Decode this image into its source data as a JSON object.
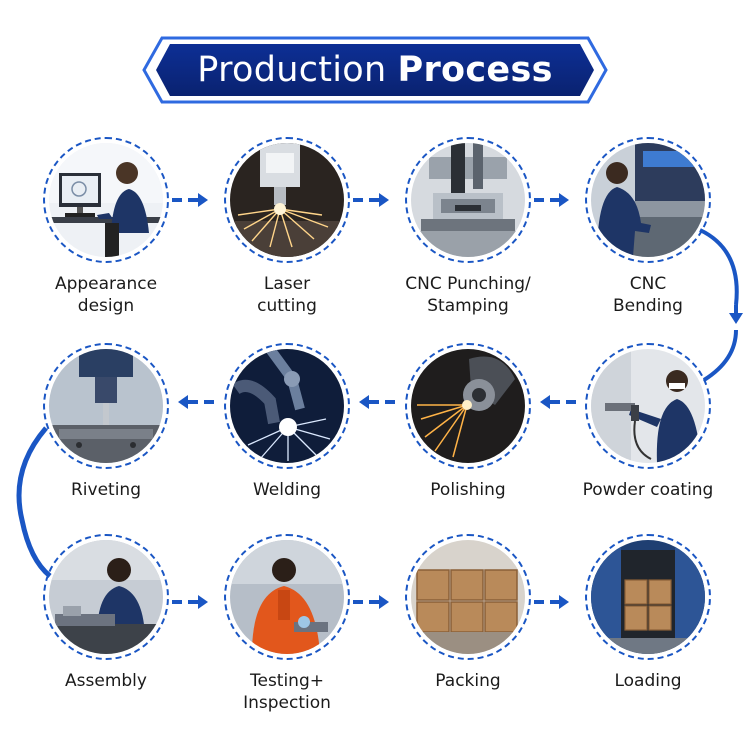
{
  "title": {
    "part1": "Production",
    "part2": "Process"
  },
  "colors": {
    "accent": "#1a56c4",
    "banner_dark": "#0a2a8c",
    "text": "#1b1b1b"
  },
  "steps": [
    {
      "label": "Appearance\ndesign",
      "icon": "designer-at-computer"
    },
    {
      "label": "Laser\ncutting",
      "icon": "laser-sparks"
    },
    {
      "label": "CNC Punching/\nStamping",
      "icon": "punch-press"
    },
    {
      "label": "CNC\nBending",
      "icon": "press-brake-operator"
    },
    {
      "label": "Powder coating",
      "icon": "spray-gun-operator"
    },
    {
      "label": "Polishing",
      "icon": "grinder-sparks"
    },
    {
      "label": "Welding",
      "icon": "welding-robot"
    },
    {
      "label": "Riveting",
      "icon": "riveting-machine"
    },
    {
      "label": "Assembly",
      "icon": "assembly-worker"
    },
    {
      "label": "Testing+\nInspection",
      "icon": "inspection-worker"
    },
    {
      "label": "Packing",
      "icon": "wooden-crates"
    },
    {
      "label": "Loading",
      "icon": "container-loading"
    }
  ]
}
